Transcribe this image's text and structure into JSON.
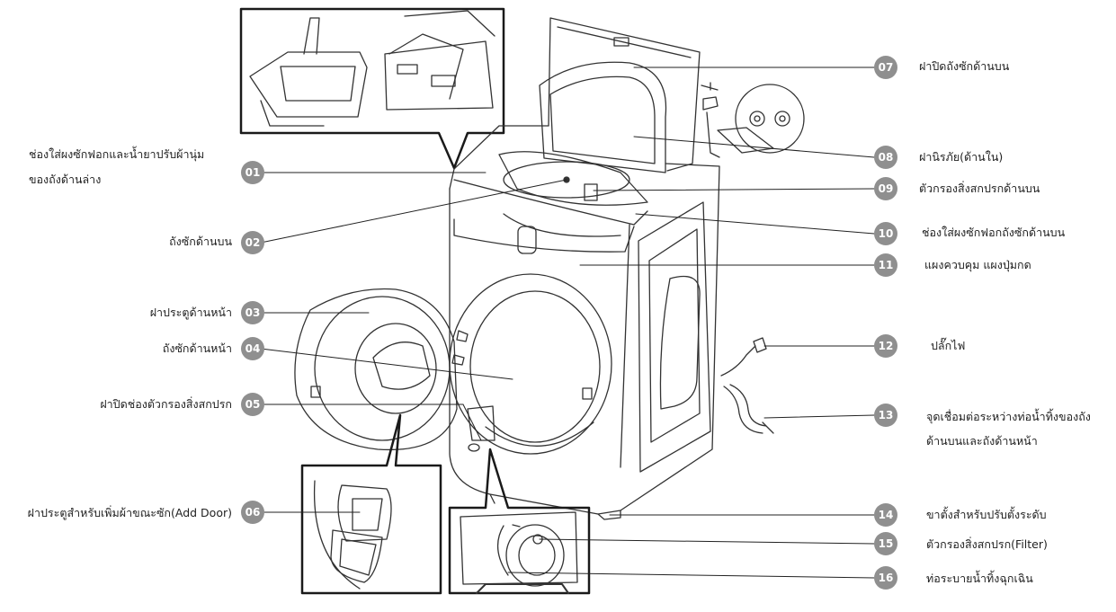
{
  "callouts": {
    "c01": {
      "num": "01",
      "line1": "ช่องใส่ผงซักฟอกและน้ำยาปรับผ้านุ่ม",
      "line2": "ของถังด้านล่าง"
    },
    "c02": {
      "num": "02",
      "line1": "ถังซักด้านบน"
    },
    "c03": {
      "num": "03",
      "line1": "ฝาประตูด้านหน้า"
    },
    "c04": {
      "num": "04",
      "line1": "ถังซักด้านหน้า"
    },
    "c05": {
      "num": "05",
      "line1": "ฝาปิดช่องตัวกรองสิ่งสกปรก"
    },
    "c06": {
      "num": "06",
      "line1": "ฝาประตูสำหรับเพิ่มผ้าขณะซัก(Add Door)"
    },
    "c07": {
      "num": "07",
      "line1": "ฝาปิดถังซักด้านบน"
    },
    "c08": {
      "num": "08",
      "line1": "ฝานิรภัย(ด้านใน)"
    },
    "c09": {
      "num": "09",
      "line1": "ตัวกรองสิ่งสกปรกด้านบน"
    },
    "c10": {
      "num": "10",
      "line1": "ช่องใส่ผงซักฟอกถังซักด้านบน"
    },
    "c11": {
      "num": "11",
      "line1": "แผงควบคุม แผงปุ่มกด"
    },
    "c12": {
      "num": "12",
      "line1": "ปลั๊กไฟ"
    },
    "c13": {
      "num": "13",
      "line1": "จุดเชื่อมต่อระหว่างท่อน้ำทิ้งของถัง",
      "line2": "ด้านบนและถังด้านหน้า"
    },
    "c14": {
      "num": "14",
      "line1": "ขาตั้งสำหรับปรับตั้งระดับ"
    },
    "c15": {
      "num": "15",
      "line1": "ตัวกรองสิ่งสกปรก(Filter)"
    },
    "c16": {
      "num": "16",
      "line1": "ท่อระบายน้ำทิ้งฉุกเฉิน"
    }
  },
  "colors": {
    "badge": "#8f8f8f",
    "line": "#222222",
    "inset_border": "#1a1a1a"
  }
}
